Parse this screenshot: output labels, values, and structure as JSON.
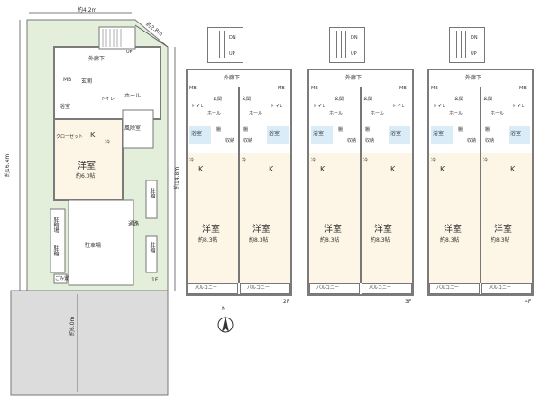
{
  "site_plan": {
    "dim_width": "約4.2m",
    "dim_diagonal": "約2.8m",
    "dim_left": "約16.4m",
    "dim_right": "約14.8m",
    "dim_bottom": "約6.0m",
    "outer_corridor": "外廊下",
    "entrance": "玄関",
    "hall": "ホール",
    "mb": "MB",
    "bath": "浴室",
    "toilet": "トイレ",
    "closet": "クローゼット",
    "kitchen": "K",
    "fridge": "冷",
    "wind_room": "風除室",
    "western_room": "洋室",
    "western_size": "約6.0帖",
    "bicycle": "駐輪",
    "bicycle_space": "駐輪場",
    "parking": "駐車場",
    "passage": "通路",
    "garbage": "ごみ置",
    "floor": "1F",
    "stair_up": "UP"
  },
  "floors": [
    {
      "floor": "2F",
      "dn": "DN",
      "up": "UP"
    },
    {
      "floor": "3F",
      "dn": "DN",
      "up": "UP"
    },
    {
      "floor": "4F",
      "dn": "DN",
      "up": "UP"
    }
  ],
  "unit_labels": {
    "outer_corridor": "外廊下",
    "entrance": "玄関",
    "hall": "ホール",
    "mb": "MB",
    "toilet": "トイレ",
    "bath": "浴室",
    "kitchen": "K",
    "fridge": "冷",
    "shelf": "棚",
    "storage": "収納",
    "western_room": "洋室",
    "western_size": "約8.3帖",
    "balcony": "バルコニー"
  },
  "compass": {
    "north": "N"
  }
}
